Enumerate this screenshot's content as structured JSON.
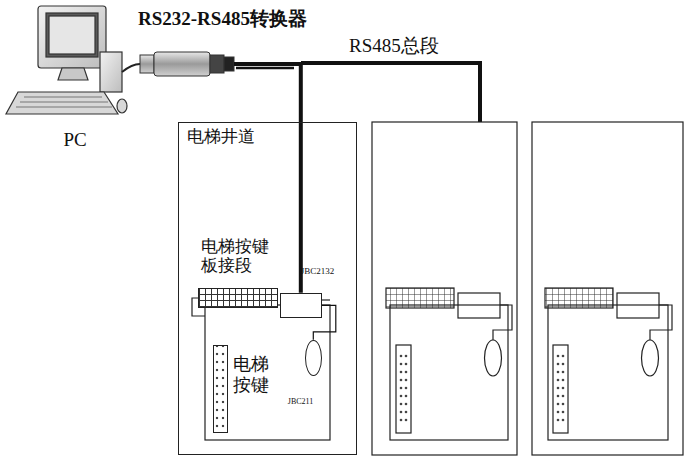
{
  "diagram": {
    "nodes": [
      {
        "text": [
          "PC"
        ]
      },
      {
        "text": [
          "RS232-RS485转换器"
        ]
      },
      {
        "text": [
          "电梯井道"
        ]
      },
      {
        "text": [
          "电梯按键板接段"
        ],
        "in": 2
      },
      {
        "text": [
          "JBC2132"
        ],
        "in": 2
      },
      {
        "text": [
          "电梯按键"
        ],
        "in": 2
      },
      {
        "text": [
          "JBC211"
        ],
        "in": 2
      }
    ],
    "edges": [
      {
        "from": 1,
        "to": 4,
        "label": "RS485总段",
        "arrow": "none"
      },
      {
        "from": 4,
        "to": 6,
        "arrow": "none"
      }
    ]
  }
}
